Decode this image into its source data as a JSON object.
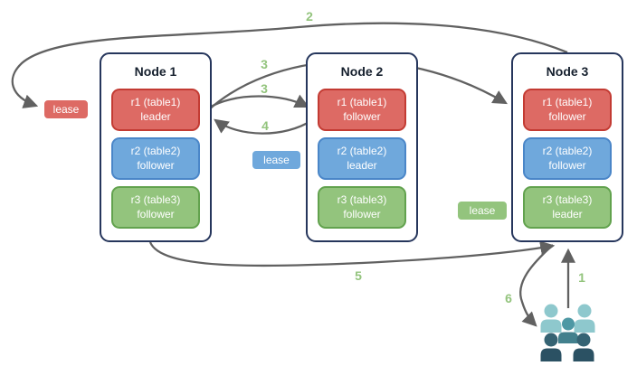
{
  "colors": {
    "background": "#ffffff",
    "node_border": "#26365c",
    "red_fill": "#dd6a64",
    "red_border": "#c33b33",
    "blue_fill": "#6fa8dc",
    "blue_border": "#4a86c8",
    "green_fill": "#93c47d",
    "green_border": "#62a24e",
    "arrow": "#616161",
    "step_label": "#93c47d",
    "users_light_teal": "#8ec8cd",
    "users_medium_teal": "#4e98a4",
    "users_dark_teal": "#2b5163"
  },
  "nodes": [
    {
      "title": "Node 1",
      "replicas": [
        {
          "name": "r1 (table1)",
          "role": "leader"
        },
        {
          "name": "r2 (table2)",
          "role": "follower"
        },
        {
          "name": "r3 (table3)",
          "role": "follower"
        }
      ]
    },
    {
      "title": "Node 2",
      "replicas": [
        {
          "name": "r1 (table1)",
          "role": "follower"
        },
        {
          "name": "r2 (table2)",
          "role": "leader"
        },
        {
          "name": "r3 (table3)",
          "role": "follower"
        }
      ]
    },
    {
      "title": "Node 3",
      "replicas": [
        {
          "name": "r1 (table1)",
          "role": "follower"
        },
        {
          "name": "r2 (table2)",
          "role": "follower"
        },
        {
          "name": "r3 (table3)",
          "role": "leader"
        }
      ]
    }
  ],
  "leases": [
    {
      "label": "lease",
      "color": "red",
      "beside": "Node 1 r1 leader"
    },
    {
      "label": "lease",
      "color": "blue",
      "beside": "Node 2 r2 leader"
    },
    {
      "label": "lease",
      "color": "green",
      "beside": "Node 3 r3 leader"
    }
  ],
  "arrows": [
    {
      "label": "1",
      "from": "users",
      "to": "node3-bottom"
    },
    {
      "label": "2",
      "from": "node3-top",
      "to": "node1-lease-badge"
    },
    {
      "label": "3",
      "from": "node1-r1-leader",
      "to": "node3-r1-follower"
    },
    {
      "label": "3",
      "from": "node1-r1-leader",
      "to": "node2-r1-follower"
    },
    {
      "label": "4",
      "from": "node2-r1-follower",
      "to": "node1-r1-leader"
    },
    {
      "label": "5",
      "from": "node1-bottom",
      "to": "node3-bottom"
    },
    {
      "label": "6",
      "from": "node3-bottom",
      "to": "users"
    }
  ]
}
